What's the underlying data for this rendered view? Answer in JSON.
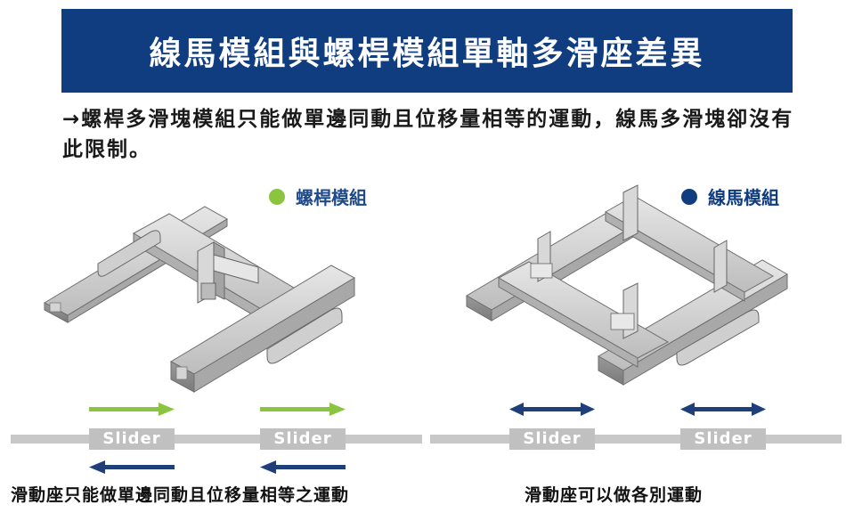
{
  "banner": {
    "title": "線馬模組與螺桿模組單軸多滑座差異"
  },
  "intro": {
    "text": "→螺桿多滑塊模組只能做單邊同動且位移量相等的運動，線馬多滑塊卻沒有此限制。"
  },
  "legend": {
    "screw": {
      "label": "螺桿模組",
      "color": "#8bc53f"
    },
    "linear": {
      "label": "線馬模組",
      "color": "#0f3d80"
    }
  },
  "sliders": {
    "label": "Slider"
  },
  "captions": {
    "left": "滑動座只能做單邊同動且位移量相等之運動",
    "right": "滑動座可以做各別運動"
  },
  "colors": {
    "banner": "#0f3d80",
    "green_arrow": "#8bc53f",
    "navy_arrow": "#1f3f7a",
    "rail": "#c8c8c8"
  }
}
